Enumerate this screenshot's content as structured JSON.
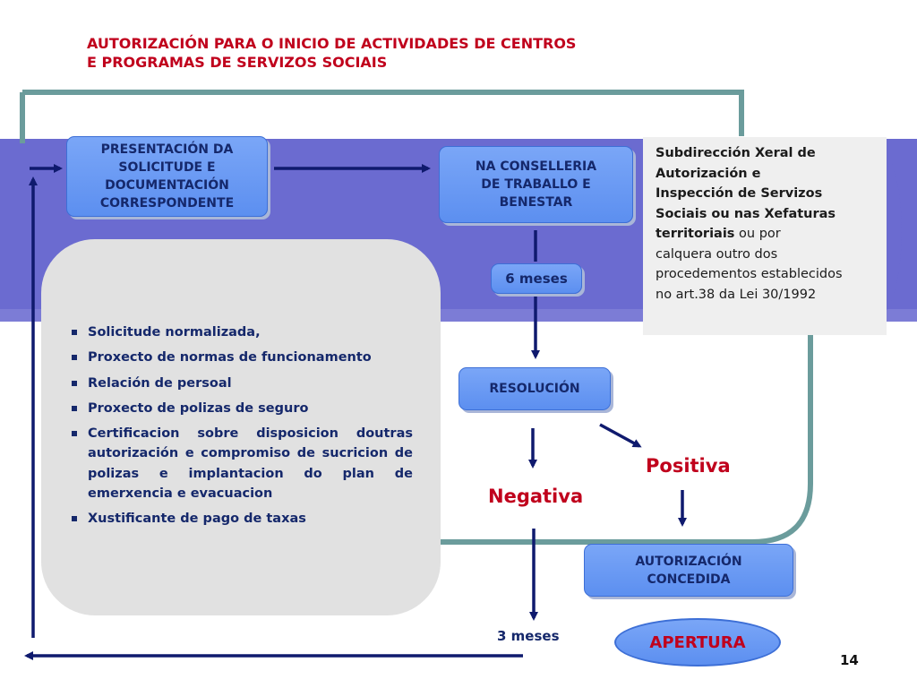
{
  "title": {
    "line1": "AUTORIZACIÓN PARA O INICIO DE ACTIVIDADES DE CENTROS",
    "line2": "E PROGRAMAS DE SERVIZOS SOCIAIS"
  },
  "nodes": {
    "presentacion": [
      "PRESENTACIÓN DA",
      "SOLICITUDE E",
      "DOCUMENTACIÓN",
      "CORRESPONDENTE"
    ],
    "conselleria": [
      "NA CONSELLERIA",
      "DE TRABALLO E",
      "BENESTAR"
    ],
    "seis_meses": "6 meses",
    "resolucion": "RESOLUCIÓN",
    "autorizacion": [
      "AUTORIZACIÓN",
      "CONCEDIDA"
    ],
    "apertura": "APERTURA"
  },
  "info": {
    "bold_lines": [
      "Subdirección Xeral de",
      "Autorización e",
      "Inspección de Servizos",
      "Sociais ou nas Xefaturas",
      "territoriais"
    ],
    "tail_first": " ou por",
    "normal_lines": [
      "calquera outro dos",
      "procedementos establecidos",
      "no art.38 da Lei 30/1992"
    ]
  },
  "documents": [
    "Solicitude normalizada,",
    "Proxecto de normas de funcionamento",
    "Relación de persoal",
    "Proxecto de polizas de seguro",
    "Certificacion sobre disposicion doutras autorización e compromiso de sucricion de polizas e implantacion do plan de emerxencia e evacuacion",
    "Xustificante de pago de taxas"
  ],
  "labels": {
    "positiva": "Positiva",
    "negativa": "Negativa",
    "tres_meses": "3 meses"
  },
  "page_number": "14",
  "colors": {
    "title": "#c0001c",
    "band": "#6b6bd0",
    "frame": "#6b9c9c",
    "node": "#6a9af3",
    "node_text": "#15286b",
    "arrow": "#0f1a6e"
  }
}
